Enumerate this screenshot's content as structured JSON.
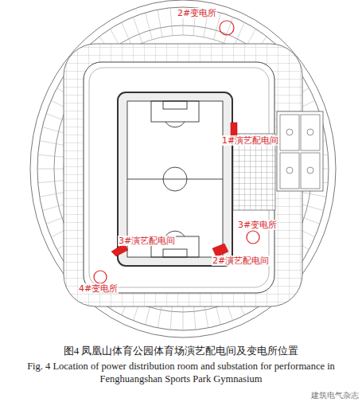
{
  "diagram": {
    "caption": "图4 凤凰山体育公园体育场演艺配电间及变电所位置",
    "labels": [
      "2#变电所",
      "1#演艺配电间",
      "3#变电所",
      "3#演艺配电间",
      "2#演艺配电间",
      "4#变电所",
      "Fig. 4 Location of power distribution room and substation for performance in Fenghuangshan Sports Park Gymnasium",
      "建筑电气杂志"
    ]
  }
}
